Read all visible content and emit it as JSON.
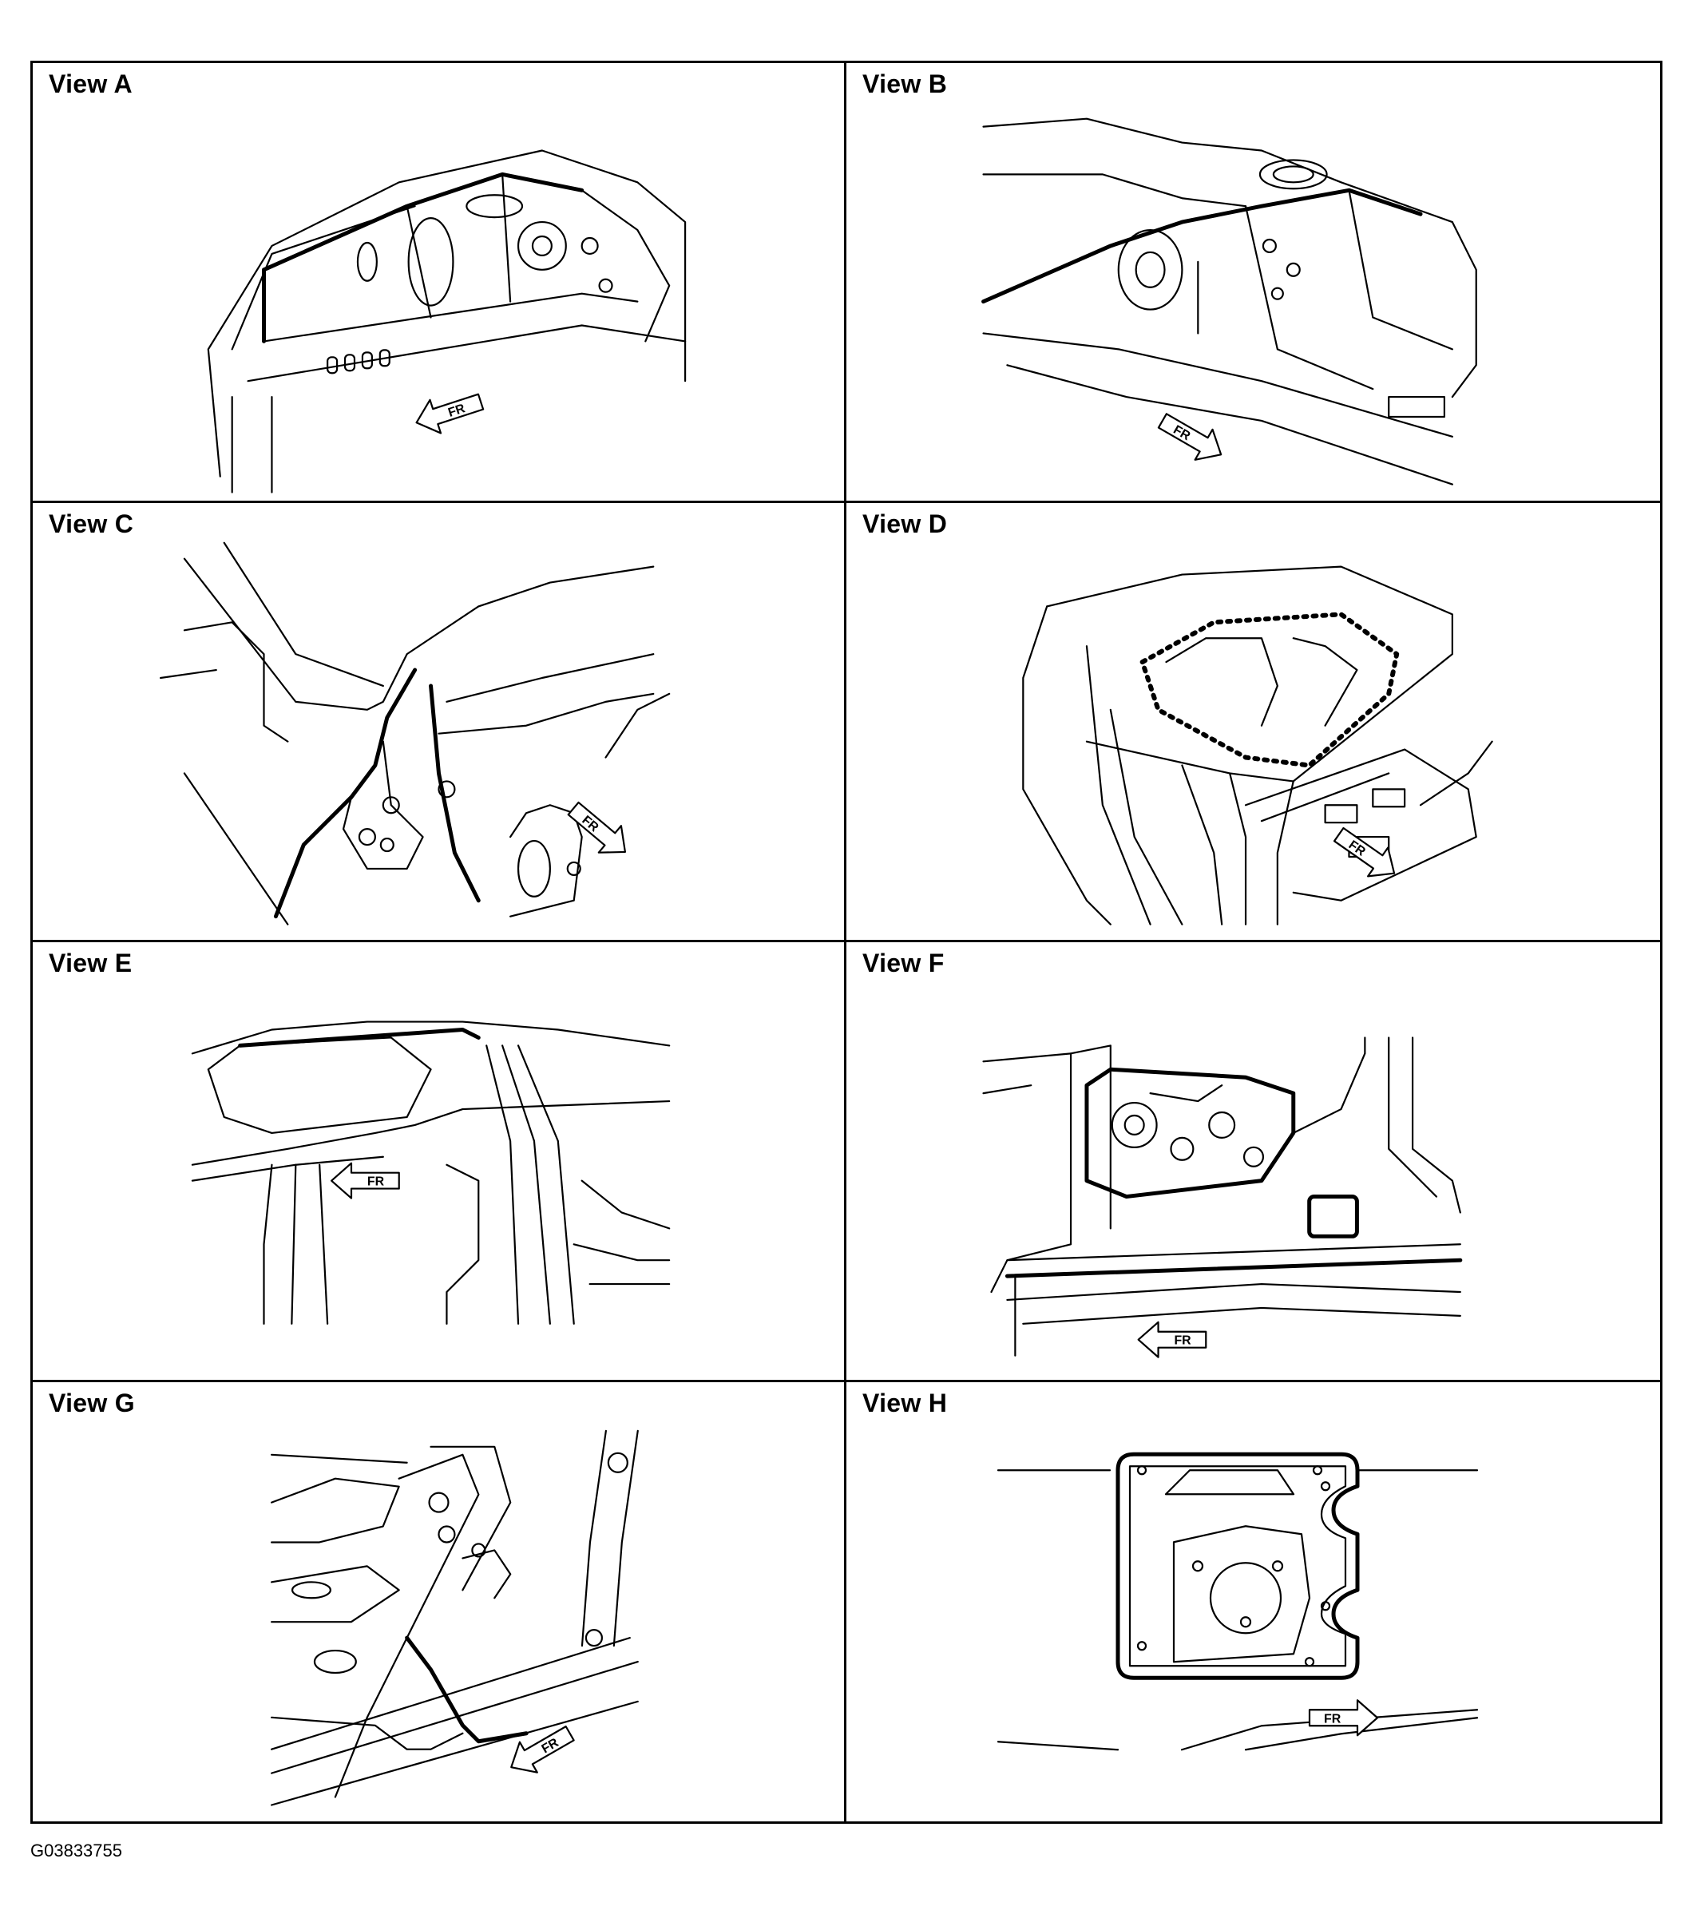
{
  "views": [
    {
      "label": "View A"
    },
    {
      "label": "View B"
    },
    {
      "label": "View C"
    },
    {
      "label": "View D"
    },
    {
      "label": "View E"
    },
    {
      "label": "View F"
    },
    {
      "label": "View G"
    },
    {
      "label": "View H"
    }
  ],
  "figure_code": "G03833755",
  "arrow_marks": [
    "FR",
    "FR",
    "FR",
    "FR",
    "FR",
    "FR",
    "FR",
    "FR"
  ]
}
